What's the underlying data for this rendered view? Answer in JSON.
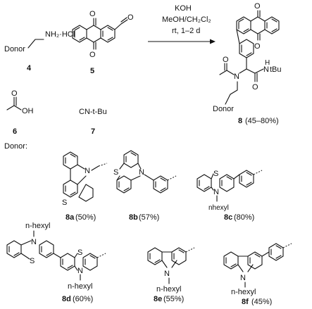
{
  "reagents": {
    "r4": {
      "formula": "Donor",
      "nh2": "NH₂·HCl",
      "number": "4"
    },
    "r5": {
      "number": "5",
      "o_top": "O",
      "o_bottom": "O",
      "o_ald": "O"
    },
    "r6": {
      "o1": "O",
      "oh": "OH",
      "number": "6"
    },
    "r7": {
      "formula": "CN-t-Bu",
      "number": "7"
    }
  },
  "conditions": {
    "line1": "KOH",
    "line2": "MeOH/CH₂Cl₂",
    "line3": "rt, 1–2 d"
  },
  "product": {
    "number": "8",
    "yield": "(45–80%)",
    "o_top": "O",
    "o_bottom": "O",
    "o_acetyl": "O",
    "n_amide": "N",
    "o_amide": "O",
    "nh_tbu": "N",
    "h": "H",
    "tbu": "tBu",
    "donor": "Donor"
  },
  "donor_heading": "Donor:",
  "compounds": [
    {
      "id": "8a",
      "yield": "(50%)",
      "atoms": {
        "n": "N",
        "s": "S"
      }
    },
    {
      "id": "8b",
      "yield": "(57%)",
      "atoms": {
        "s": "S",
        "n": "N"
      }
    },
    {
      "id": "8c",
      "yield": "(80%)",
      "atoms": {
        "s": "S",
        "n": "N",
        "sub": "nhexyl"
      }
    },
    {
      "id": "8d",
      "yield": "(60%)",
      "atoms": {
        "n1": "N",
        "sub1": "n-hexyl",
        "s1": "S",
        "s2": "S",
        "n2": "N",
        "sub2": "n-hexyl"
      }
    },
    {
      "id": "8e",
      "yield": "(55%)",
      "atoms": {
        "n": "N",
        "sub": "n-hexyl"
      }
    },
    {
      "id": "8f",
      "yield": "(45%)",
      "atoms": {
        "n": "N",
        "sub": "n-hexyl"
      }
    }
  ]
}
